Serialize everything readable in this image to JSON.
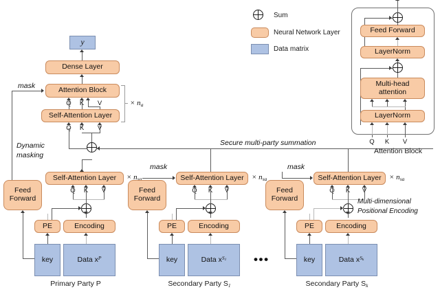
{
  "figure": {
    "legend": {
      "items": [
        {
          "icon": "sum-icon",
          "label": "Sum"
        },
        {
          "icon": "orange-swatch",
          "label": "Neural Network Layer"
        },
        {
          "icon": "blue-swatch",
          "label": "Data matrix"
        }
      ]
    },
    "colors": {
      "neural_network_layer": "#F8CBA6",
      "neural_network_layer_border": "#C98A5C",
      "data_matrix": "#AEC2E3",
      "data_matrix_border": "#7B8EB0",
      "line": "#5A5A5A",
      "background": "#FFFFFF"
    },
    "primary_party": {
      "caption": "Primary Party P",
      "output_box": "y",
      "dense_layer": "Dense Layer",
      "attention_block": "Attention Block",
      "self_attention_top": "Self-Attention Layer",
      "self_attention_bottom": "Self-Attention Layer",
      "feed_forward": "Feed Forward",
      "pe": "PE",
      "encoding": "Encoding",
      "key": "key",
      "data": "Data x",
      "data_sup": "P",
      "qkv": [
        "Q",
        "K",
        "V"
      ],
      "repeat_attention": "× n",
      "repeat_attention_sub": "a",
      "repeat_sa": "× n",
      "repeat_sa_sub": "sa",
      "mask_label": "mask",
      "dynamic_masking_label": "Dynamic masking"
    },
    "secondary_party_1": {
      "caption": "Secondary Party S",
      "caption_sub": "1",
      "self_attention": "Self-Attention Layer",
      "feed_forward": "Feed Forward",
      "pe": "PE",
      "encoding": "Encoding",
      "key": "key",
      "data": "Data x",
      "data_sup": "S",
      "data_sup_sub": "1",
      "qkv": [
        "Q",
        "K",
        "V"
      ],
      "repeat_sa": "× n",
      "repeat_sa_sub": "sa",
      "mask_label": "mask"
    },
    "secondary_party_k": {
      "caption": "Secondary Party S",
      "caption_sub": "k",
      "self_attention": "Self-Attention Layer",
      "feed_forward": "Feed Forward",
      "pe": "PE",
      "encoding": "Encoding",
      "key": "key",
      "data": "Data x",
      "data_sup": "S",
      "data_sup_sub": "k",
      "qkv": [
        "Q",
        "K",
        "V"
      ],
      "repeat_sa": "× n",
      "repeat_sa_sub": "sa",
      "mask_label": "mask",
      "mpe_label_line1": "Multi-dimensional",
      "mpe_label_line2": "Positional Encoding"
    },
    "ellipsis": "•••",
    "secure_summation_label": "Secure multi-party summation",
    "attention_block_detail": {
      "caption": "Attention Block",
      "feed_forward": "Feed Forward",
      "layernorm_top": "LayerNorm",
      "multi_head_attention_line1": "Multi-head",
      "multi_head_attention_line2": "attention",
      "layernorm_bottom": "LayerNorm",
      "qkv": [
        "Q",
        "K",
        "V"
      ]
    }
  }
}
